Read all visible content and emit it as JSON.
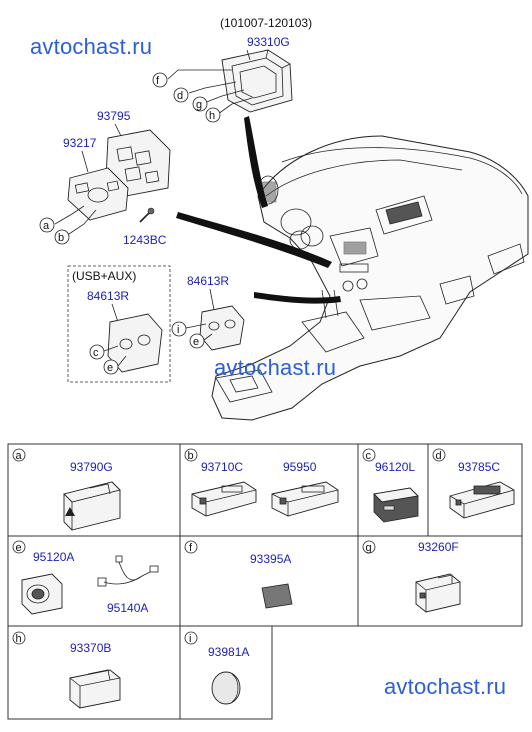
{
  "watermarks": [
    "avtochast.ru",
    "avtochast.ru",
    "avtochast.ru"
  ],
  "top_note": "(101007-120103)",
  "usb_note": "(USB+AUX)",
  "diagram": {
    "part_numbers": {
      "p93310G": "93310G",
      "p93795": "93795",
      "p93217": "93217",
      "p1243BC": "1243BC",
      "p84613R_a": "84613R",
      "p84613R_b": "84613R"
    },
    "callouts": {
      "f": "f",
      "d": "d",
      "g": "g",
      "h": "h",
      "a": "a",
      "b": "b",
      "c": "c",
      "e1": "e",
      "i": "i",
      "e2": "e"
    }
  },
  "table": {
    "cells": [
      {
        "letter": "a",
        "parts": [
          "93790G"
        ]
      },
      {
        "letter": "b",
        "parts": [
          "93710C",
          "95950"
        ]
      },
      {
        "letter": "c",
        "parts": [
          "96120L"
        ]
      },
      {
        "letter": "d",
        "parts": [
          "93785C"
        ]
      },
      {
        "letter": "e",
        "parts": [
          "95120A",
          "95140A"
        ]
      },
      {
        "letter": "f",
        "parts": [
          "93395A"
        ]
      },
      {
        "letter": "g",
        "parts": [
          "93260F"
        ]
      },
      {
        "letter": "h",
        "parts": [
          "93370B"
        ]
      },
      {
        "letter": "i",
        "parts": [
          "93981A"
        ]
      }
    ]
  }
}
